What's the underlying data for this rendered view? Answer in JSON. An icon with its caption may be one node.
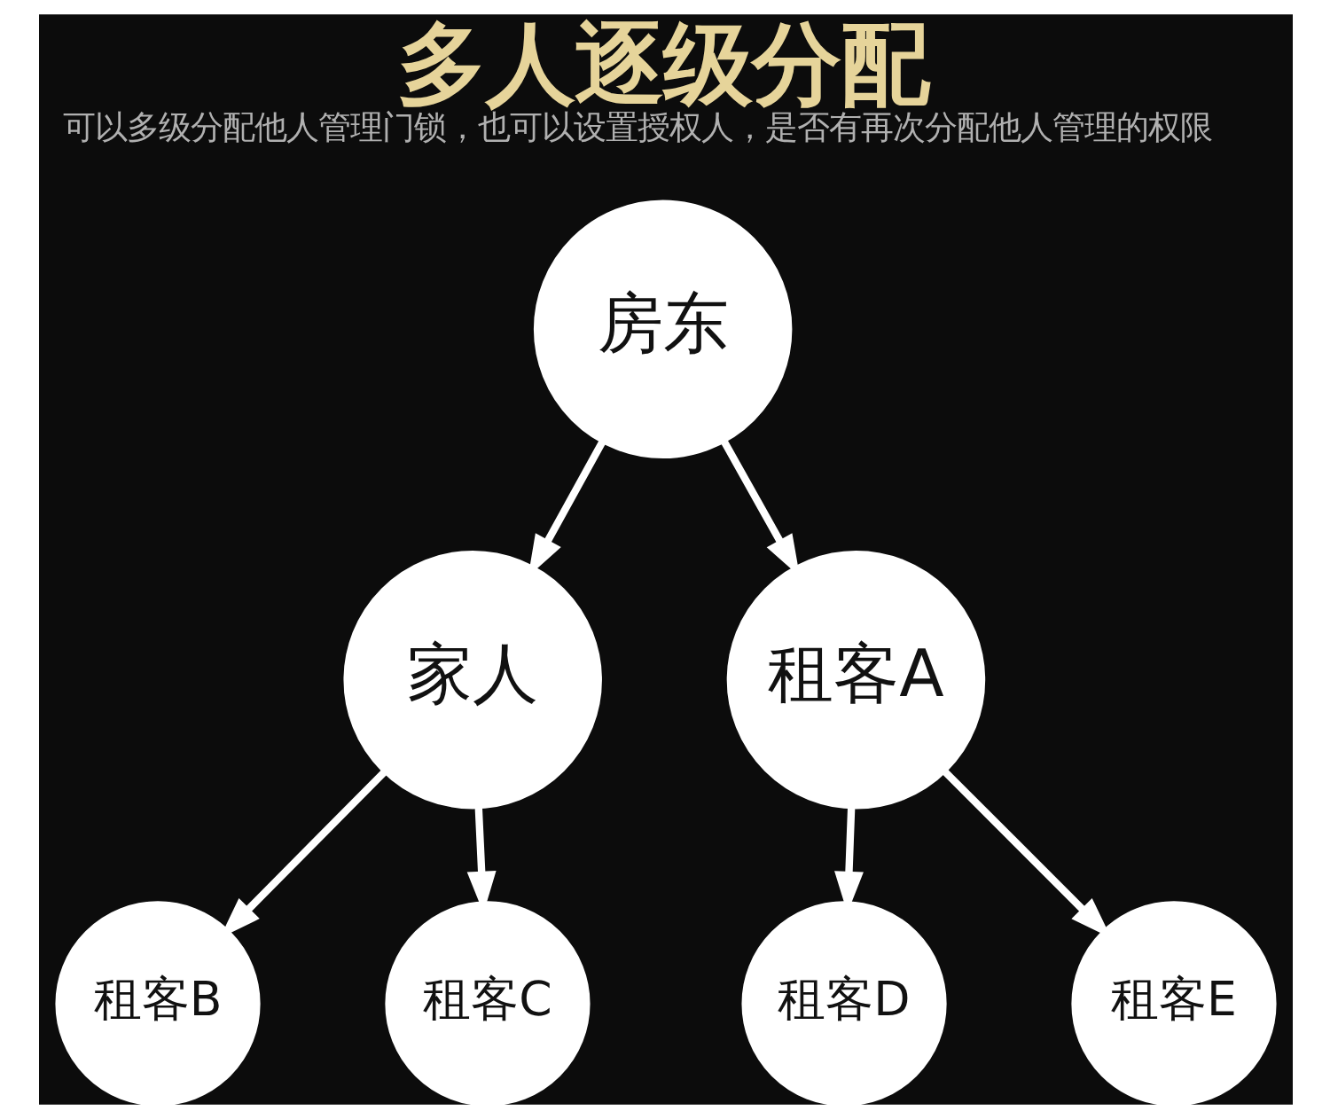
{
  "diagram": {
    "title": "多人逐级分配",
    "caption": "可以多级分配他人管理门锁，也可以设置授权人，是否有再次分配他人管理的权限",
    "nodes": [
      {
        "text": [
          "房东"
        ]
      },
      {
        "text": [
          "家人"
        ]
      },
      {
        "text": [
          "租客A"
        ]
      },
      {
        "text": [
          "租客B"
        ]
      },
      {
        "text": [
          "租客C"
        ]
      },
      {
        "text": [
          "租客D"
        ]
      },
      {
        "text": [
          "租客E"
        ]
      }
    ],
    "edges": [
      {
        "from": 0,
        "to": 1,
        "arrow": "to"
      },
      {
        "from": 0,
        "to": 2,
        "arrow": "to"
      },
      {
        "from": 1,
        "to": 3,
        "arrow": "to"
      },
      {
        "from": 1,
        "to": 4,
        "arrow": "to"
      },
      {
        "from": 2,
        "to": 5,
        "arrow": "to"
      },
      {
        "from": 2,
        "to": 6,
        "arrow": "to"
      }
    ]
  }
}
